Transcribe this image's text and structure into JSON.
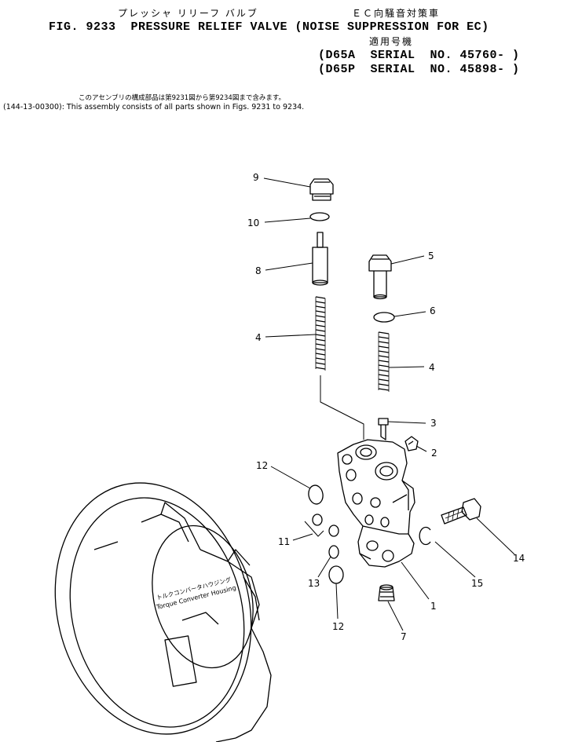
{
  "header": {
    "title_jp": "プレッシャ リリーフ バルブ",
    "title_jp_ec": "ＥＣ向騒音対策車",
    "title_en": "FIG. 9233  PRESSURE RELIEF VALVE (NOISE SUPPRESSION FOR EC)",
    "applicable_jp": "適用号機",
    "serial_a": "(D65A  SERIAL  NO. 45760- )",
    "serial_p": "(D65P  SERIAL  NO. 45898- )"
  },
  "note": {
    "jp": "このアセンブリの構成部品は第9231図から第9234図まで含みます。",
    "en": "(144-13-00300): This assembly consists of all parts shown in Figs. 9231 to 9234."
  },
  "housing": {
    "label_jp": "トルクコンバータハウジング",
    "label_en": "Torque Converter Housing"
  },
  "callouts": {
    "c9": "9",
    "c10": "10",
    "c8": "8",
    "c4a": "4",
    "c5": "5",
    "c6": "6",
    "c4b": "4",
    "c3": "3",
    "c2": "2",
    "c12a": "12",
    "c11": "11",
    "c13": "13",
    "c12b": "12",
    "c7": "7",
    "c1": "1",
    "c15": "15",
    "c14": "14"
  }
}
